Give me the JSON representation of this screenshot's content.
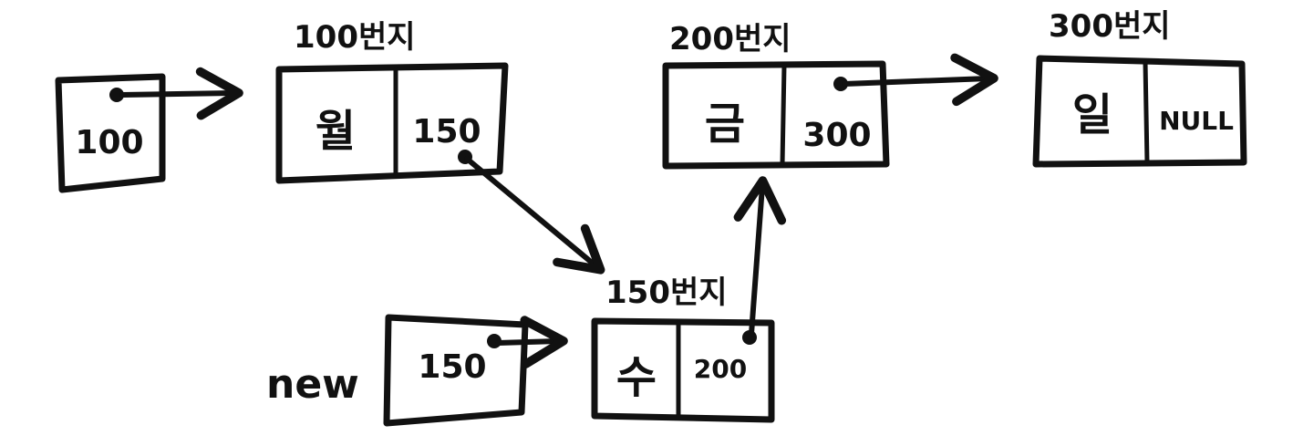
{
  "head": {
    "pointer": "100"
  },
  "nodes": {
    "n100": {
      "address": "100번지",
      "value": "월",
      "next": "150"
    },
    "n150": {
      "address": "150번지",
      "value": "수",
      "next": "200"
    },
    "n200": {
      "address": "200번지",
      "value": "금",
      "next": "300"
    },
    "n300": {
      "address": "300번지",
      "value": "일",
      "next": "NULL"
    }
  },
  "new_node": {
    "label": "new",
    "pointer": "150"
  }
}
